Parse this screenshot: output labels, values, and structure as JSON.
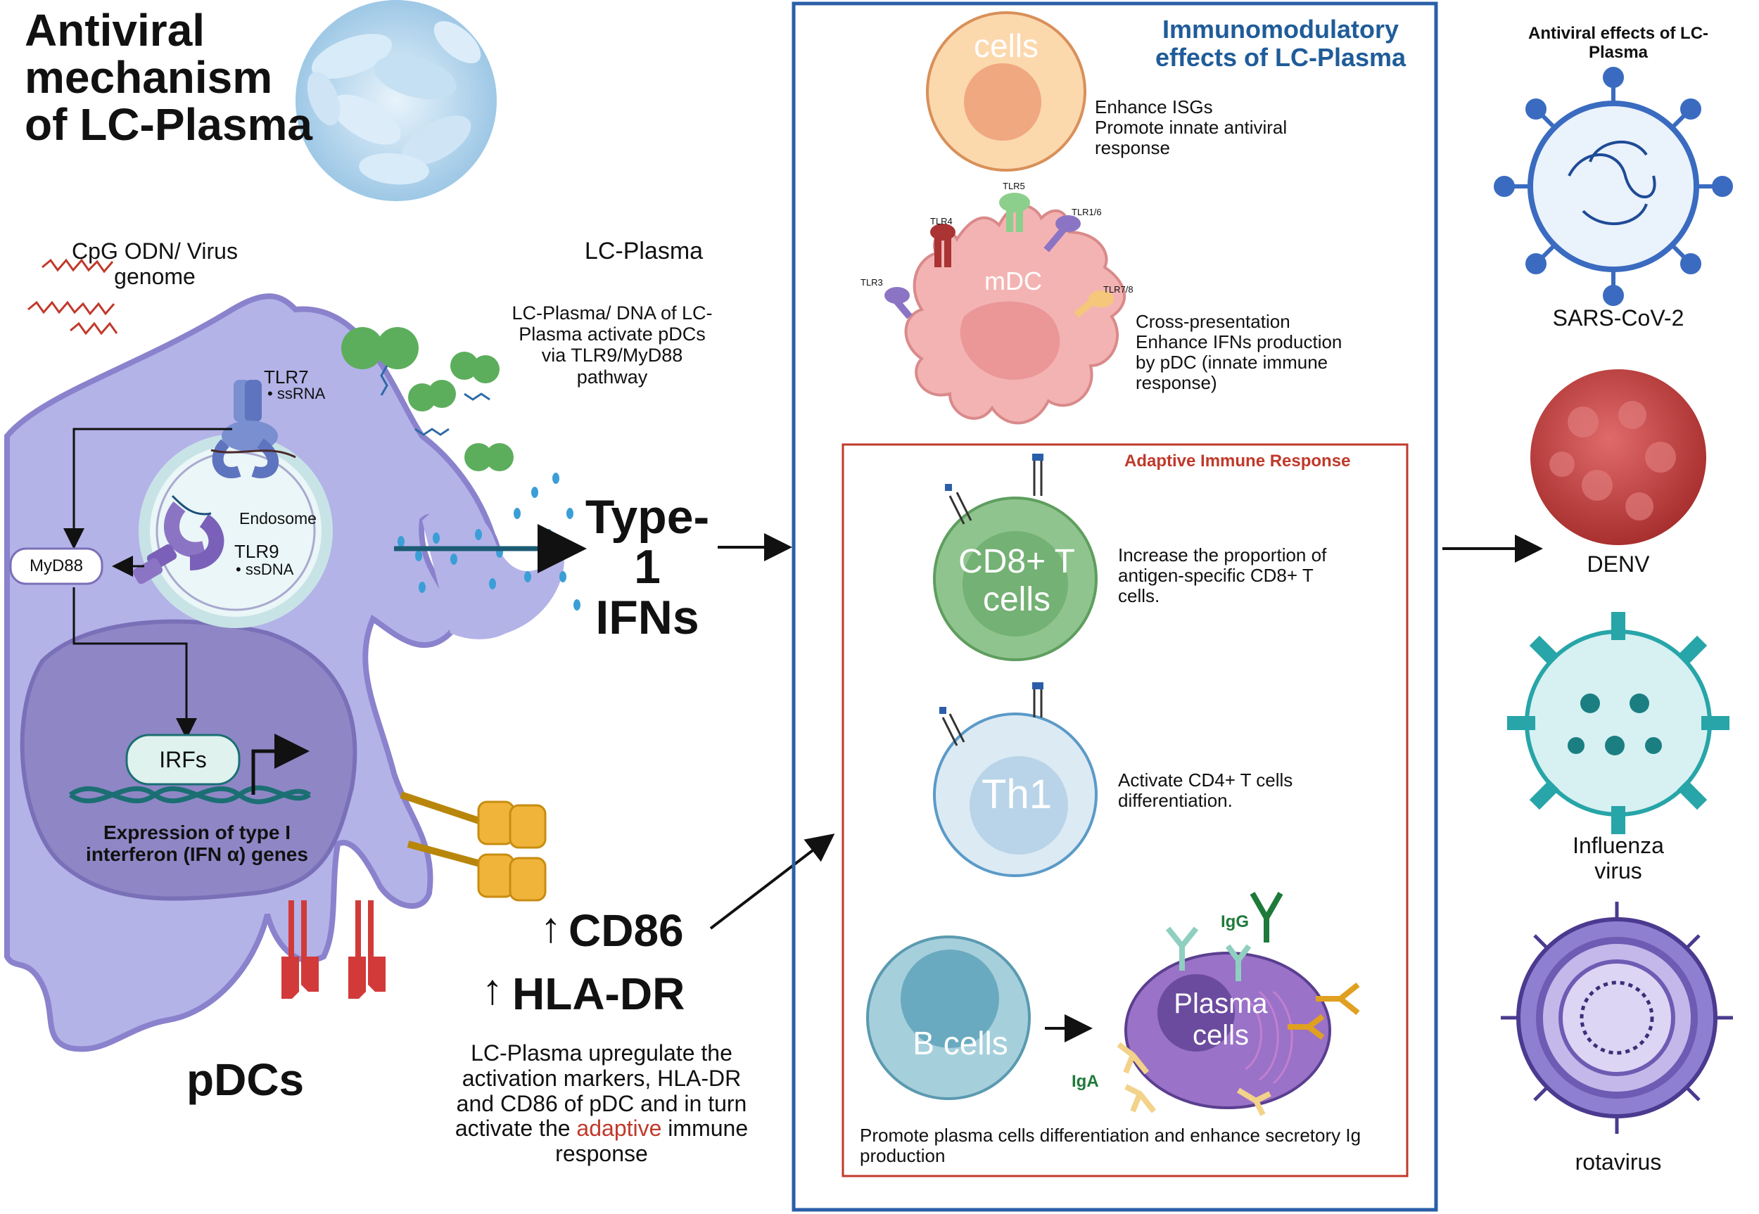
{
  "title": "Antiviral\nmechanism\nof LC-Plasma",
  "left": {
    "cpg_label": "CpG ODN/ Virus\ngenome",
    "lc_plasma_label": "LC-Plasma",
    "activation_text": "LC-Plasma/ DNA of LC-\nPlasma activate pDCs\nvia TLR9/MyD88\npathway",
    "tlr7": "TLR7",
    "tlr7_ligand": "• ssRNA",
    "endosome": "Endosome",
    "tlr9": "TLR9",
    "tlr9_ligand": "• ssDNA",
    "myd88": "MyD88",
    "irfs": "IRFs",
    "expression_text": "Expression of type I\ninterferon (IFN α) genes",
    "pdcs": "pDCs",
    "type1_ifns": "Type-1\nIFNs",
    "up_arrow": "↑",
    "cd86": "CD86",
    "hla_dr": "HLA-DR",
    "upregulate_part1": "LC-Plasma upregulate the\nactivation markers, HLA-DR\nand CD86 of pDC and in turn\nactivate the ",
    "upregulate_highlight": "adaptive",
    "upregulate_part2": " immune\nresponse"
  },
  "middle": {
    "title": "Immunomodulatory\neffects of LC-Plasma",
    "cells_label": "cells",
    "cells_effect": "Enhance ISGs\nPromote innate antiviral\nresponse",
    "mdc_label": "mDC",
    "tlrs": [
      "TLR5",
      "TLR4",
      "TLR1/6",
      "TLR3",
      "TLR7/8"
    ],
    "mdc_effect": "Cross-presentation\nEnhance IFNs production\nby pDC (innate immune\nresponse)",
    "adaptive_title": "Adaptive Immune Response",
    "cd8_label": "CD8+ T\ncells",
    "cd8_effect": "Increase the proportion of\nantigen-specific CD8+ T\ncells.",
    "th1_label": "Th1",
    "th1_effect": "Activate CD4+ T cells\ndifferentiation.",
    "bcells_label": "B cells",
    "plasma_label": "Plasma\ncells",
    "igg_label": "IgG",
    "iga_label": "IgA",
    "plasma_effect": "Promote plasma cells differentiation and enhance secretory Ig\nproduction"
  },
  "right": {
    "title": "Antiviral effects of LC-\nPlasma",
    "viruses": [
      "SARS-CoV-2",
      "DENV",
      "Influenza\nvirus",
      "rotavirus"
    ]
  },
  "colors": {
    "pdc_body": "#b3b3e8",
    "pdc_outline": "#8a82cc",
    "nucleus": "#8f86c6",
    "box_blue": "#2a5ea8",
    "box_red": "#c0392b",
    "title_blue": "#1f5c99",
    "adaptive_red": "#c0392b",
    "ifn_arrow": "#1b5b73",
    "cd8": "#8fc48f",
    "th1": "#bcd7ea",
    "bcell": "#7fb9cf",
    "plasma": "#9a72c8",
    "sars": "#3a6bc0",
    "denv": "#c94a4a",
    "influenza": "#27a5a8",
    "rotavirus": "#6e5bb3"
  }
}
